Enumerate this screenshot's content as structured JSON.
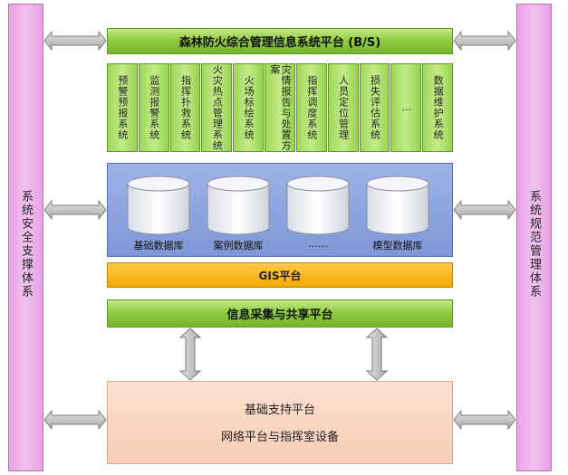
{
  "left_pillar": {
    "label": "系统安全支撑体系"
  },
  "right_pillar": {
    "label": "系统规范管理体系"
  },
  "platform": {
    "title": "森林防火综合管理信息系统平台 (B/S)"
  },
  "subsystems": [
    "预警预报系统",
    "监测报警系统",
    "指挥扑救系统",
    "火灾热点管理系统",
    "火场标绘系统",
    "灾情报告与处置方案",
    "指挥调度系统",
    "人员定位管理",
    "损失评估系统",
    "…",
    "数据维护系统"
  ],
  "databases": [
    "基础数据库",
    "案例数据库",
    "……",
    "模型数据库"
  ],
  "gis": {
    "label": "GIS平台"
  },
  "info_platform": {
    "label": "信息采集与共享平台"
  },
  "base_platform": {
    "line1": "基础支持平台",
    "line2": "网络平台与指挥室设备"
  },
  "colors": {
    "pillar": "#ee b0ea",
    "green": "#90cd43",
    "db_panel": "#8aa1dc",
    "gis": "#f7b100",
    "base": "#fad6c2",
    "arrow": "#b8b8b8"
  }
}
